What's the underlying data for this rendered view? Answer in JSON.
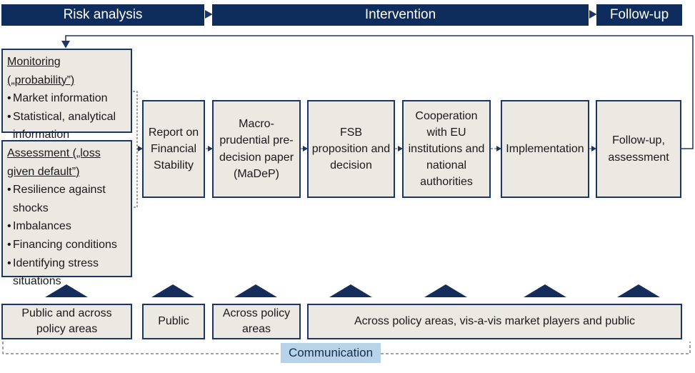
{
  "header": {
    "risk_analysis": "Risk analysis",
    "intervention": "Intervention",
    "follow_up": "Follow-up"
  },
  "monitoring": {
    "title": "Monitoring („probability”)",
    "items": [
      "Market information",
      "Statistical, analytical information"
    ]
  },
  "assessment": {
    "title": "Assessment („loss given default”)",
    "items": [
      "Resilience against shocks",
      "Imbalances",
      "Financing conditions",
      "Identifying stress situations"
    ]
  },
  "process": {
    "report": "Report on Financial Stability",
    "madep": "Macro-prudential pre-decision paper (MaDeP)",
    "fsb": "FSB proposition and decision",
    "cooperation": "Cooperation with EU institutions and national authorities",
    "implementation": "Implementation",
    "followup": "Follow-up, assessment"
  },
  "audience": {
    "public_policy": "Public and across policy areas",
    "public": "Public",
    "across_policy": "Across policy areas",
    "market_players": "Across policy areas, vis-a-vis market players and public"
  },
  "communication": "Communication",
  "colors": {
    "navy": "#0f2d5c",
    "box_fill": "#ece8e2",
    "communication_fill": "#b7d3e9"
  }
}
